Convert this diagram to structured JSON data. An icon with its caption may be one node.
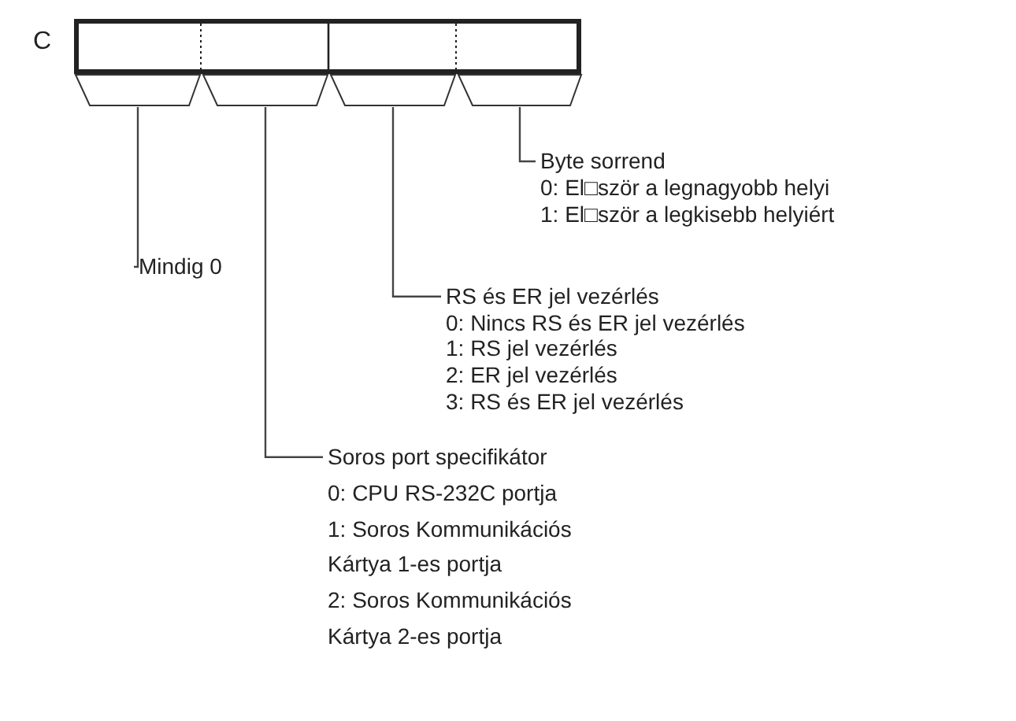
{
  "diagram": {
    "nodes": [
      {
        "text": [],
        "shape": "bar",
        "beside": [
          "C"
        ]
      },
      {
        "text": [],
        "shape": "trapezoid"
      },
      {
        "text": [],
        "shape": "trapezoid"
      },
      {
        "text": [],
        "shape": "trapezoid"
      },
      {
        "text": [],
        "shape": "trapezoid"
      },
      {
        "text": [
          "Byte sorrend",
          "0: El□ször a legnagyobb helyi",
          "1: El□ször a legkisebb helyiért"
        ]
      },
      {
        "text": [
          "RS és ER jel vezérlés",
          "0: Nincs RS és ER jel vezérlés",
          "1: RS jel vezérlés",
          "2: ER jel vezérlés",
          "3: RS és ER jel vezérlés"
        ]
      },
      {
        "text": [
          "Mindig 0"
        ]
      },
      {
        "text": [
          "Soros port specifikátor",
          "0: CPU RS-232C portja",
          "1: Soros Kommunikációs Kártya 1-es portja",
          "2: Soros Kommunikációs Kártya 2-es portja"
        ]
      }
    ],
    "edges": [
      {
        "from": 5,
        "to": 4,
        "arrow": "none"
      },
      {
        "from": 6,
        "to": 3,
        "arrow": "none"
      },
      {
        "from": 7,
        "to": 1,
        "arrow": "none"
      },
      {
        "from": 8,
        "to": 2,
        "arrow": "none"
      }
    ]
  }
}
